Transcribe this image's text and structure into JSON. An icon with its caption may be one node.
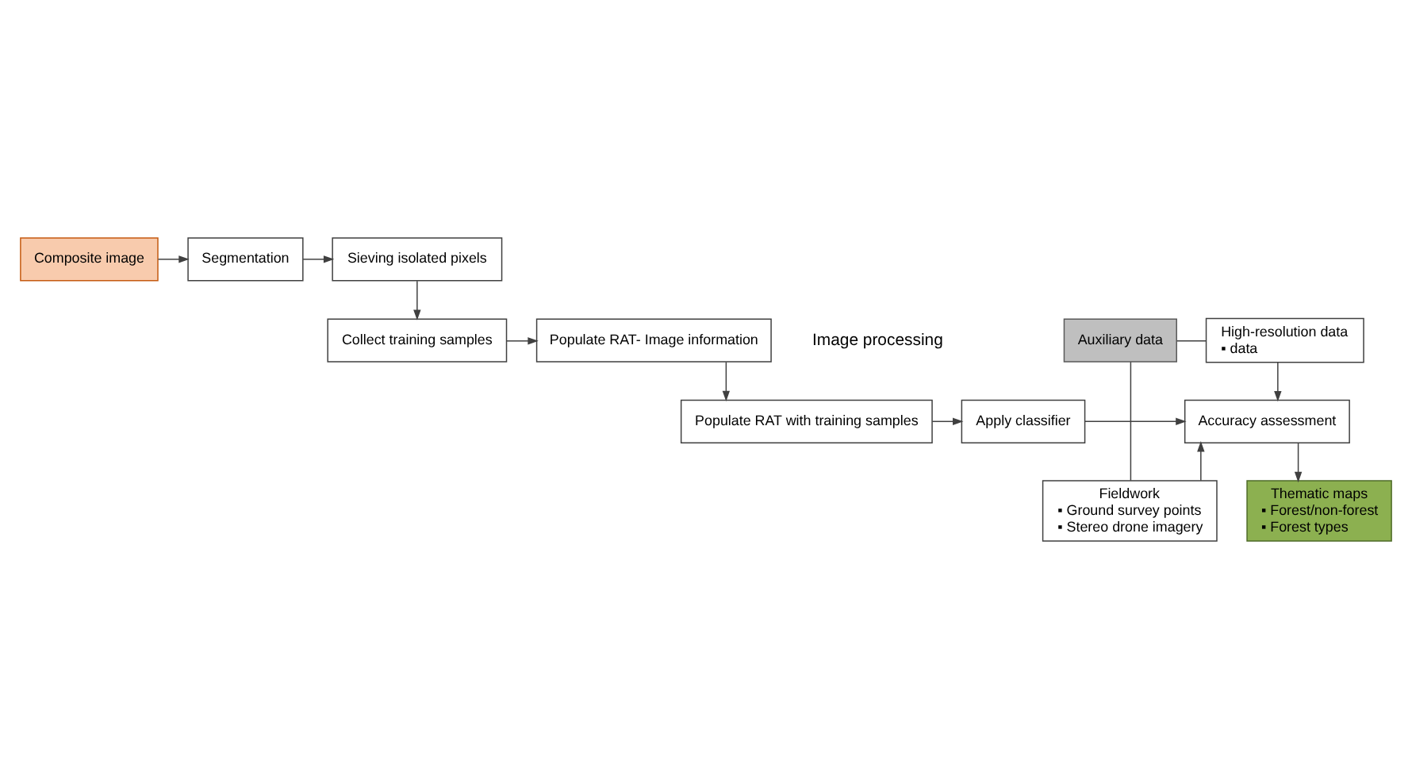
{
  "diagram": {
    "nodes": [
      {
        "text": [
          "Composite image"
        ]
      },
      {
        "text": [
          "Segmentation"
        ]
      },
      {
        "text": [
          "Sieving isolated pixels"
        ]
      },
      {
        "text": [
          "Populate RAT- Image information"
        ]
      },
      {
        "text": [
          "Collect training samples"
        ]
      },
      {
        "text": [
          "Populate RAT with training samples"
        ]
      },
      {
        "text": [
          "Apply classifier"
        ]
      },
      {
        "text": [
          "Accuracy assessment"
        ]
      },
      {
        "text": [
          "High-resolution data",
          "▪ data"
        ]
      },
      {
        "text": [
          "Auxiliary data"
        ]
      },
      {
        "text": [
          "Fieldwork",
          "▪ Ground survey points",
          "▪ Stereo drone imagery"
        ]
      },
      {
        "text": [
          "Thematic maps",
          "▪ Forest/non-forest",
          "▪ Forest types"
        ]
      }
    ],
    "edges": [
      {
        "from": 0,
        "to": 1,
        "arrow": "to"
      },
      {
        "from": 1,
        "to": 2,
        "arrow": "to"
      },
      {
        "from": 2,
        "to": 4,
        "arrow": "to"
      },
      {
        "from": 4,
        "to": 3,
        "arrow": "to"
      },
      {
        "from": 3,
        "to": 5,
        "arrow": "to"
      },
      {
        "from": 5,
        "to": 6,
        "arrow": "to"
      },
      {
        "from": 6,
        "to": 7,
        "arrow": "to"
      },
      {
        "from": 9,
        "to": 8,
        "arrow": "none"
      },
      {
        "from": 9,
        "to": 10,
        "arrow": "none"
      },
      {
        "from": 8,
        "to": 7,
        "arrow": "to"
      },
      {
        "from": 10,
        "to": 7,
        "arrow": "to"
      },
      {
        "from": 7,
        "to": 11,
        "arrow": "to"
      }
    ],
    "labels": [
      "Image processing"
    ]
  }
}
